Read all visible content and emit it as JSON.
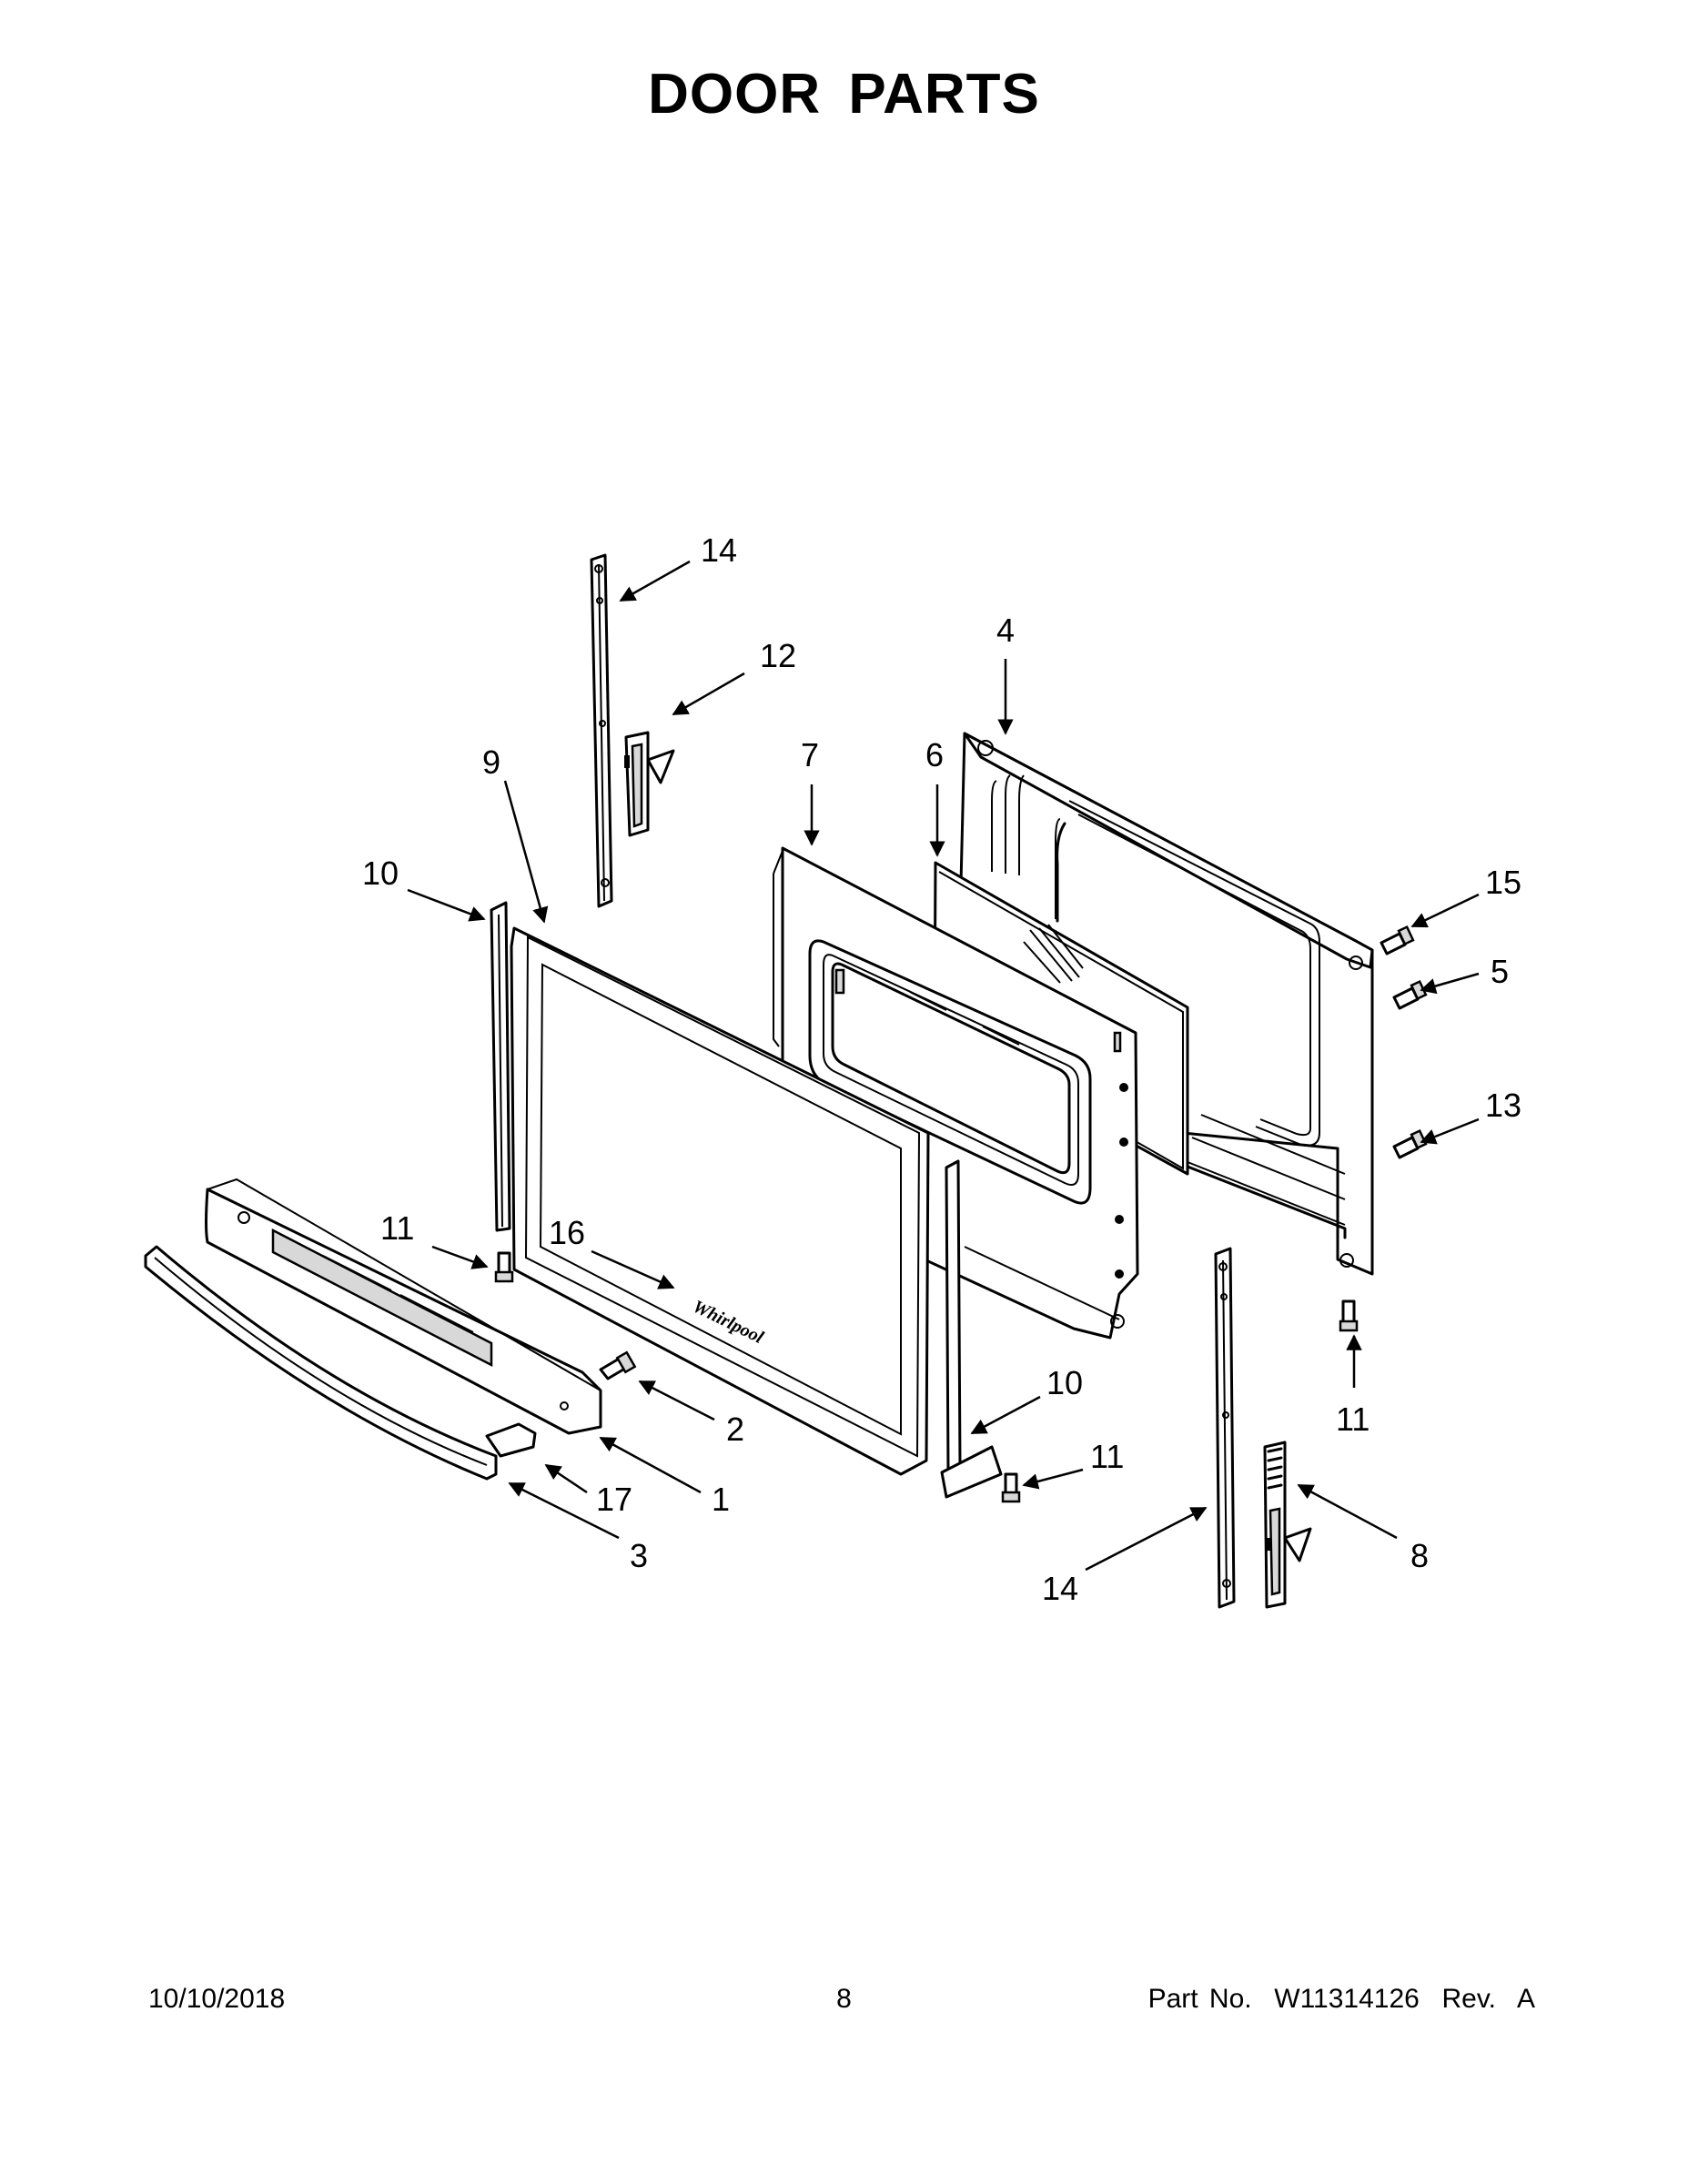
{
  "title": "DOOR PARTS",
  "footer": {
    "date": "10/10/2018",
    "page": "8",
    "part_number": "Part No.  W11314126  Rev.  A"
  },
  "part_labels": {
    "l1": "1",
    "l2": "2",
    "l3": "3",
    "l4": "4",
    "l5": "5",
    "l6": "6",
    "l7": "7",
    "l8": "8",
    "l9": "9",
    "l10a": "10",
    "l10b": "10",
    "l11a": "11",
    "l11b": "11",
    "l11c": "11",
    "l12": "12",
    "l13": "13",
    "l14a": "14",
    "l14b": "14",
    "l15": "15",
    "l16": "16",
    "l17": "17"
  }
}
